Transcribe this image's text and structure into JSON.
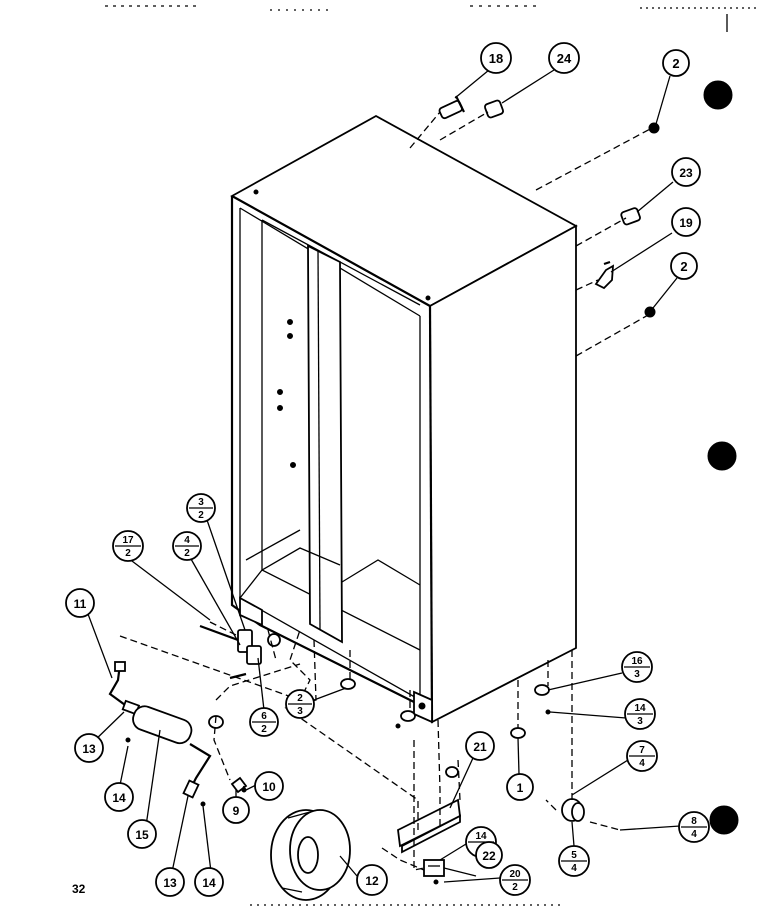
{
  "page": {
    "page_number": "32"
  },
  "callouts": [
    {
      "id": "c18",
      "label": "18"
    },
    {
      "id": "c24",
      "label": "24"
    },
    {
      "id": "c2a",
      "label": "2"
    },
    {
      "id": "c23",
      "label": "23"
    },
    {
      "id": "c19",
      "label": "19"
    },
    {
      "id": "c2b",
      "label": "2"
    },
    {
      "id": "c3-2",
      "top": "3",
      "bottom": "2"
    },
    {
      "id": "c4-2",
      "top": "4",
      "bottom": "2"
    },
    {
      "id": "c17-2",
      "top": "17",
      "bottom": "2"
    },
    {
      "id": "c11",
      "label": "11"
    },
    {
      "id": "c6-2",
      "top": "6",
      "bottom": "2"
    },
    {
      "id": "c2-3",
      "top": "2",
      "bottom": "3"
    },
    {
      "id": "c16-3",
      "top": "16",
      "bottom": "3"
    },
    {
      "id": "c14-3",
      "top": "14",
      "bottom": "3"
    },
    {
      "id": "c7-4",
      "top": "7",
      "bottom": "4"
    },
    {
      "id": "c13a",
      "label": "13"
    },
    {
      "id": "c14a",
      "label": "14"
    },
    {
      "id": "c15",
      "label": "15"
    },
    {
      "id": "c9",
      "label": "9"
    },
    {
      "id": "c10",
      "label": "10"
    },
    {
      "id": "c21",
      "label": "21"
    },
    {
      "id": "c1",
      "label": "1"
    },
    {
      "id": "c14-2",
      "top": "14",
      "bottom": "2"
    },
    {
      "id": "c8-4",
      "top": "8",
      "bottom": "4"
    },
    {
      "id": "c22",
      "label": "22"
    },
    {
      "id": "c12",
      "label": "12"
    },
    {
      "id": "c13b",
      "label": "13"
    },
    {
      "id": "c14b",
      "label": "14"
    },
    {
      "id": "c20-2",
      "top": "20",
      "bottom": "2"
    },
    {
      "id": "c5-4",
      "top": "5",
      "bottom": "4"
    }
  ]
}
